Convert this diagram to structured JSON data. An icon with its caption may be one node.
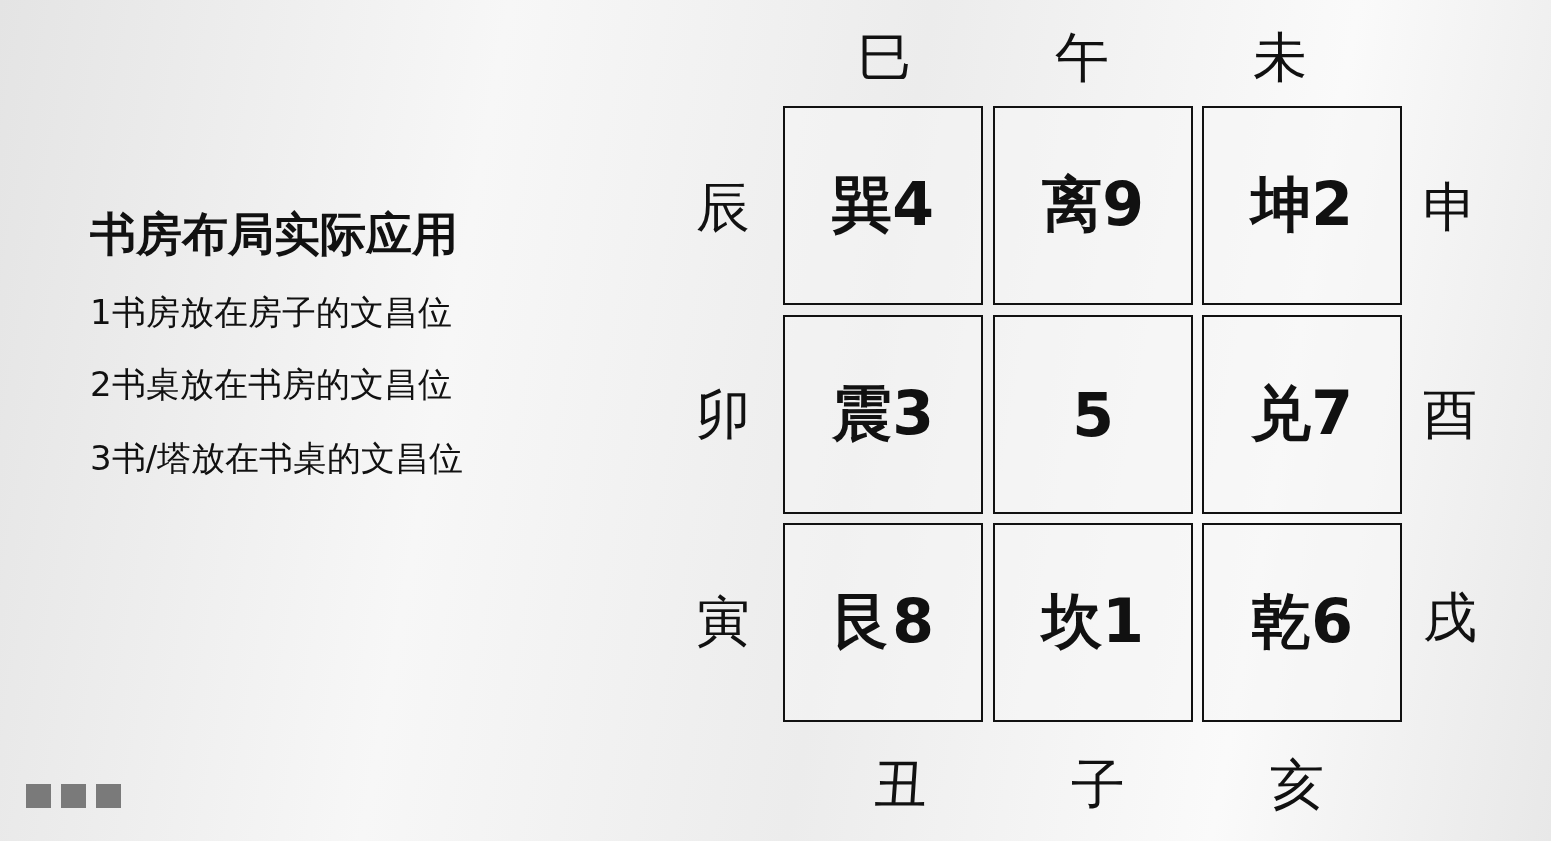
{
  "diagram": {
    "title": "书房布局实际应用",
    "nodes": [
      {
        "text": [
          "巽4"
        ]
      },
      {
        "text": [
          "离9"
        ]
      },
      {
        "text": [
          "坤2"
        ]
      },
      {
        "text": [
          "震3"
        ]
      },
      {
        "text": [
          "5"
        ]
      },
      {
        "text": [
          "兑7"
        ]
      },
      {
        "text": [
          "艮8"
        ]
      },
      {
        "text": [
          "坎1"
        ]
      },
      {
        "text": [
          "乾6"
        ]
      }
    ],
    "labels": [
      "1书房放在房子的文昌位",
      "2书桌放在书房的文昌位",
      "3书/塔放在书桌的文昌位",
      "巳",
      "午",
      "未",
      "辰",
      "申",
      "卯",
      "酉",
      "寅",
      "戌",
      "丑",
      "子",
      "亥"
    ]
  }
}
